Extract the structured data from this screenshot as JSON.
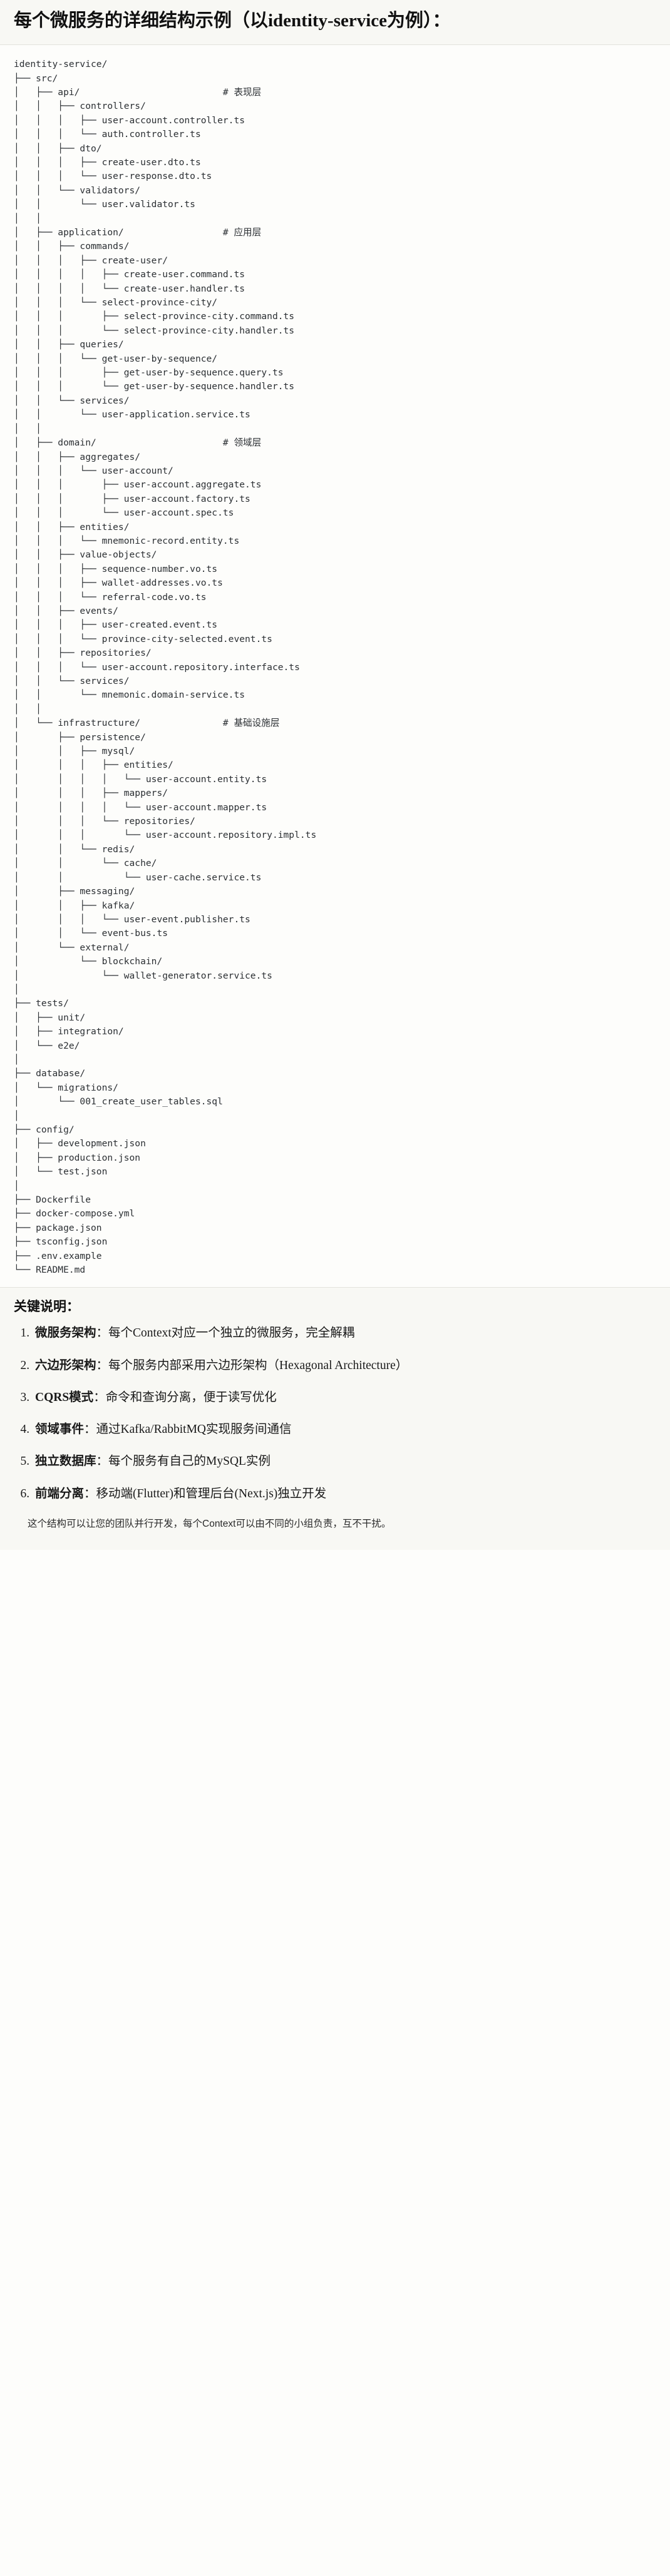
{
  "heading": "每个微服务的详细结构示例（以identity-service为例）：",
  "tree": {
    "root_label": "identity-service/",
    "text": "identity-service/\n├── src/\n│   ├── api/                          # 表现层\n│   │   ├── controllers/\n│   │   │   ├── user-account.controller.ts\n│   │   │   └── auth.controller.ts\n│   │   ├── dto/\n│   │   │   ├── create-user.dto.ts\n│   │   │   └── user-response.dto.ts\n│   │   └── validators/\n│   │       └── user.validator.ts\n│   │\n│   ├── application/                  # 应用层\n│   │   ├── commands/\n│   │   │   ├── create-user/\n│   │   │   │   ├── create-user.command.ts\n│   │   │   │   └── create-user.handler.ts\n│   │   │   └── select-province-city/\n│   │   │       ├── select-province-city.command.ts\n│   │   │       └── select-province-city.handler.ts\n│   │   ├── queries/\n│   │   │   └── get-user-by-sequence/\n│   │   │       ├── get-user-by-sequence.query.ts\n│   │   │       └── get-user-by-sequence.handler.ts\n│   │   └── services/\n│   │       └── user-application.service.ts\n│   │\n│   ├── domain/                       # 领域层\n│   │   ├── aggregates/\n│   │   │   └── user-account/\n│   │   │       ├── user-account.aggregate.ts\n│   │   │       ├── user-account.factory.ts\n│   │   │       └── user-account.spec.ts\n│   │   ├── entities/\n│   │   │   └── mnemonic-record.entity.ts\n│   │   ├── value-objects/\n│   │   │   ├── sequence-number.vo.ts\n│   │   │   ├── wallet-addresses.vo.ts\n│   │   │   └── referral-code.vo.ts\n│   │   ├── events/\n│   │   │   ├── user-created.event.ts\n│   │   │   └── province-city-selected.event.ts\n│   │   ├── repositories/\n│   │   │   └── user-account.repository.interface.ts\n│   │   └── services/\n│   │       └── mnemonic.domain-service.ts\n│   │\n│   └── infrastructure/               # 基础设施层\n│       ├── persistence/\n│       │   ├── mysql/\n│       │   │   ├── entities/\n│       │   │   │   └── user-account.entity.ts\n│       │   │   ├── mappers/\n│       │   │   │   └── user-account.mapper.ts\n│       │   │   └── repositories/\n│       │   │       └── user-account.repository.impl.ts\n│       │   └── redis/\n│       │       └── cache/\n│       │           └── user-cache.service.ts\n│       ├── messaging/\n│       │   ├── kafka/\n│       │   │   └── user-event.publisher.ts\n│       │   └── event-bus.ts\n│       └── external/\n│           └── blockchain/\n│               └── wallet-generator.service.ts\n│\n├── tests/\n│   ├── unit/\n│   ├── integration/\n│   └── e2e/\n│\n├── database/\n│   └── migrations/\n│       └── 001_create_user_tables.sql\n│\n├── config/\n│   ├── development.json\n│   ├── production.json\n│   └── test.json\n│\n├── Dockerfile\n├── docker-compose.yml\n├── package.json\n├── tsconfig.json\n├── .env.example\n└── README.md",
    "layer_comments": [
      "# 表现层",
      "# 应用层",
      "# 领域层",
      "# 基础设施层"
    ]
  },
  "keypoints": {
    "title": "关键说明：",
    "items": [
      {
        "term": "微服务架构",
        "sep": "：",
        "desc": "每个Context对应一个独立的微服务，完全解耦"
      },
      {
        "term": "六边形架构",
        "sep": "：",
        "desc": "每个服务内部采用六边形架构（Hexagonal Architecture）"
      },
      {
        "term": "CQRS模式",
        "sep": "：",
        "desc": "命令和查询分离，便于读写优化"
      },
      {
        "term": "领域事件",
        "sep": "：",
        "desc": "通过Kafka/RabbitMQ实现服务间通信"
      },
      {
        "term": "独立数据库",
        "sep": "：",
        "desc": "每个服务有自己的MySQL实例"
      },
      {
        "term": "前端分离",
        "sep": "：",
        "desc": "移动端(Flutter)和管理后台(Next.js)独立开发"
      }
    ]
  },
  "closing": "这个结构可以让您的团队并行开发，每个Context可以由不同的小组负责，互不干扰。"
}
